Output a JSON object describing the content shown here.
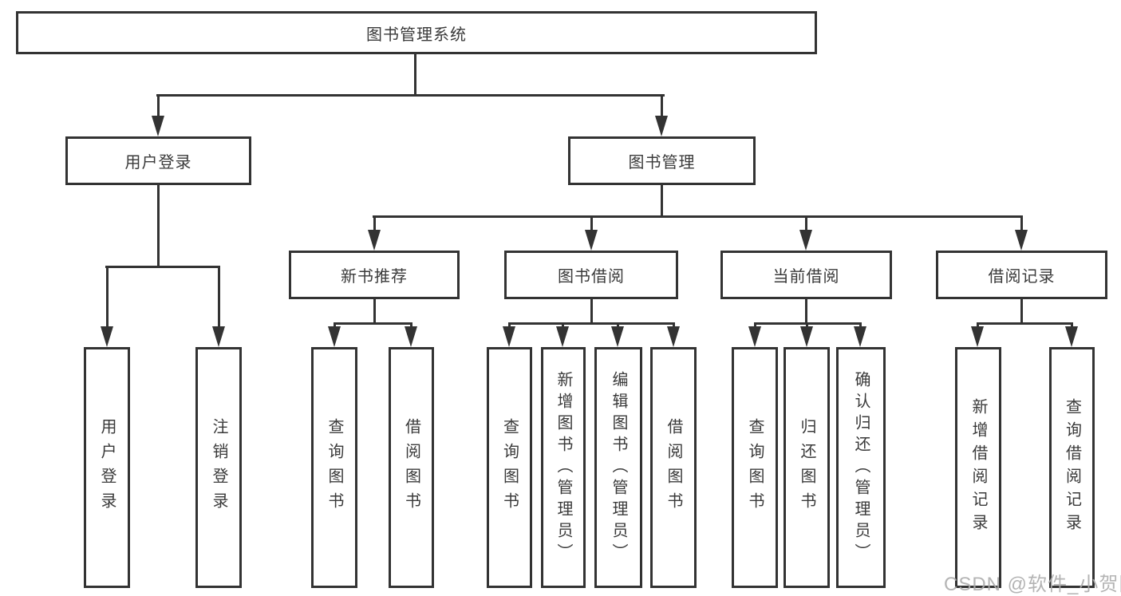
{
  "title": "图书管理系统",
  "watermark": "CSDN @软件_小贺同学",
  "colors": {
    "line": "#333333",
    "box_border": "#333333",
    "text": "#3a3a3a",
    "background": "#ffffff",
    "watermark": "#acacac"
  },
  "nodes": {
    "root": "图书管理系统",
    "user_login": "用户登录",
    "book_mgmt": "图书管理",
    "new_book_rec": "新书推荐",
    "book_borrow": "图书借阅",
    "current_borrow": "当前借阅",
    "borrow_record": "借阅记录",
    "leaf_user_login": "用户登录",
    "leaf_logout": "注销登录",
    "leaf_nb_query": "查询图书",
    "leaf_nb_borrow": "借阅图书",
    "leaf_bb_query": "查询图书",
    "leaf_bb_add": "新增图书（管理员）",
    "leaf_bb_edit": "编辑图书（管理员）",
    "leaf_bb_borrow": "借阅图书",
    "leaf_cb_query": "查询图书",
    "leaf_cb_return": "归还图书",
    "leaf_cb_confirm": "确认归还（管理员）",
    "leaf_br_add": "新增借阅记录",
    "leaf_br_query": "查询借阅记录"
  },
  "hierarchy": {
    "root": "图书管理系统",
    "children": [
      {
        "label": "用户登录",
        "children": [
          "用户登录",
          "注销登录"
        ]
      },
      {
        "label": "图书管理",
        "children": [
          {
            "label": "新书推荐",
            "children": [
              "查询图书",
              "借阅图书"
            ]
          },
          {
            "label": "图书借阅",
            "children": [
              "查询图书",
              "新增图书（管理员）",
              "编辑图书（管理员）",
              "借阅图书"
            ]
          },
          {
            "label": "当前借阅",
            "children": [
              "查询图书",
              "归还图书",
              "确认归还（管理员）"
            ]
          },
          {
            "label": "借阅记录",
            "children": [
              "新增借阅记录",
              "查询借阅记录"
            ]
          }
        ]
      }
    ]
  }
}
